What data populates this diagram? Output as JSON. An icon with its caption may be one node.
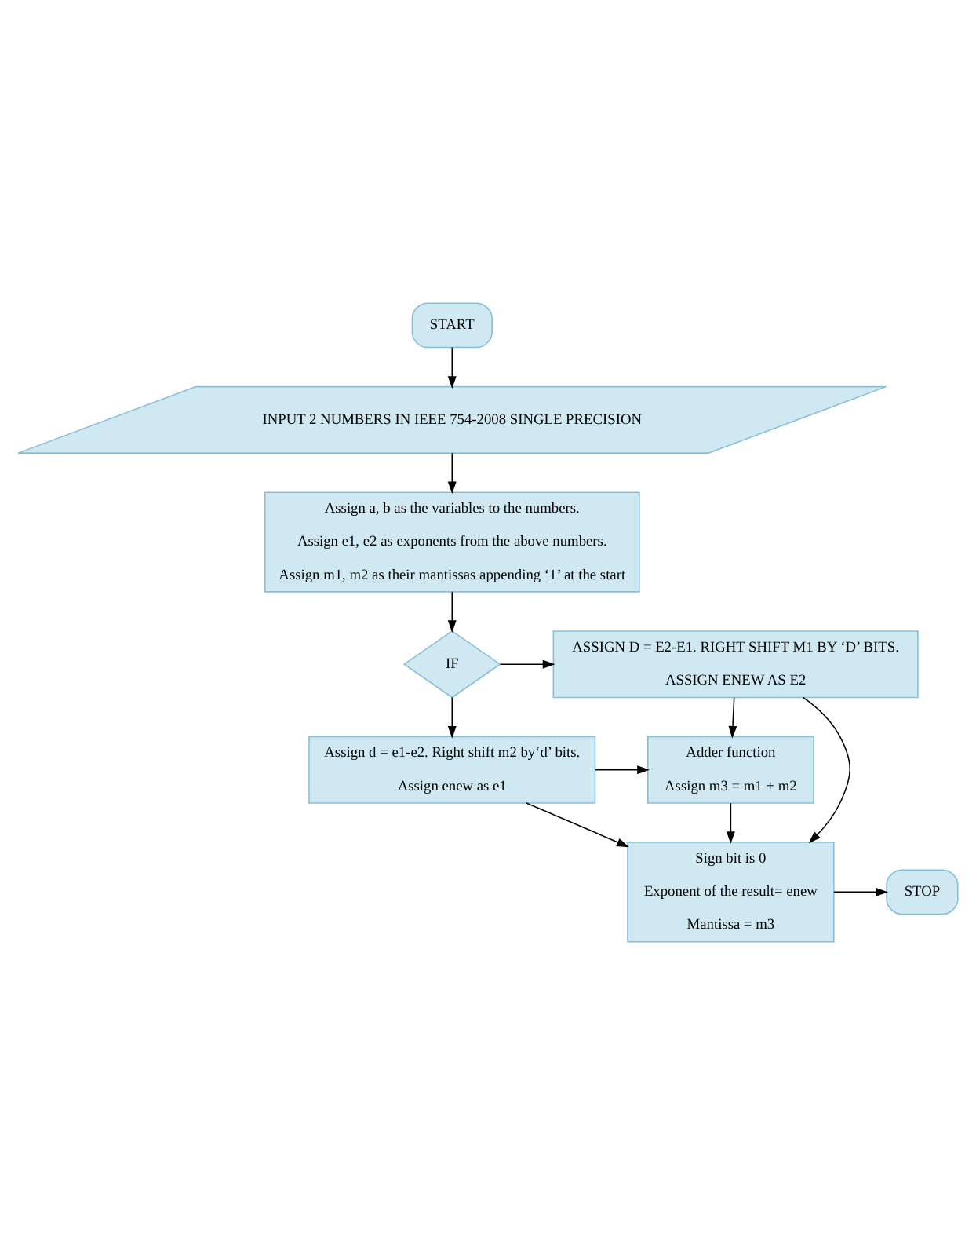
{
  "diagram": {
    "nodes": [
      {
        "text": [
          "START"
        ]
      },
      {
        "text": [
          "INPUT 2 NUMBERS IN IEEE 754-2008 SINGLE PRECISION"
        ]
      },
      {
        "text": [
          "Assign a, b as the variables to the numbers.",
          "Assign e1, e2 as exponents from the above numbers.",
          "Assign m1, m2 as their mantissas appending ‘1’ at the start"
        ]
      },
      {
        "text": [
          "IF"
        ]
      },
      {
        "text": [
          "ASSIGN D = E2-E1. RIGHT SHIFT M1 BY ‘D’ BITS.",
          "ASSIGN ENEW AS E2"
        ]
      },
      {
        "text": [
          "Assign d = e1-e2. Right shift m2 by‘d’ bits.",
          "Assign enew as e1"
        ]
      },
      {
        "text": [
          "Adder function",
          "Assign m3 = m1 + m2"
        ]
      },
      {
        "text": [
          "Sign bit is 0",
          "Exponent of the result= enew",
          "Mantissa = m3"
        ]
      },
      {
        "text": [
          "STOP"
        ]
      }
    ],
    "edges": [
      {
        "from": 0,
        "to": 1,
        "arrow": "to"
      },
      {
        "from": 1,
        "to": 2,
        "arrow": "to"
      },
      {
        "from": 2,
        "to": 3,
        "arrow": "to"
      },
      {
        "from": 3,
        "to": 4,
        "arrow": "to"
      },
      {
        "from": 3,
        "to": 5,
        "arrow": "to"
      },
      {
        "from": 4,
        "to": 6,
        "arrow": "to"
      },
      {
        "from": 5,
        "to": 6,
        "arrow": "to"
      },
      {
        "from": 4,
        "to": 7,
        "arrow": "to"
      },
      {
        "from": 5,
        "to": 7,
        "arrow": "to"
      },
      {
        "from": 6,
        "to": 7,
        "arrow": "to"
      },
      {
        "from": 7,
        "to": 8,
        "arrow": "to"
      }
    ]
  }
}
